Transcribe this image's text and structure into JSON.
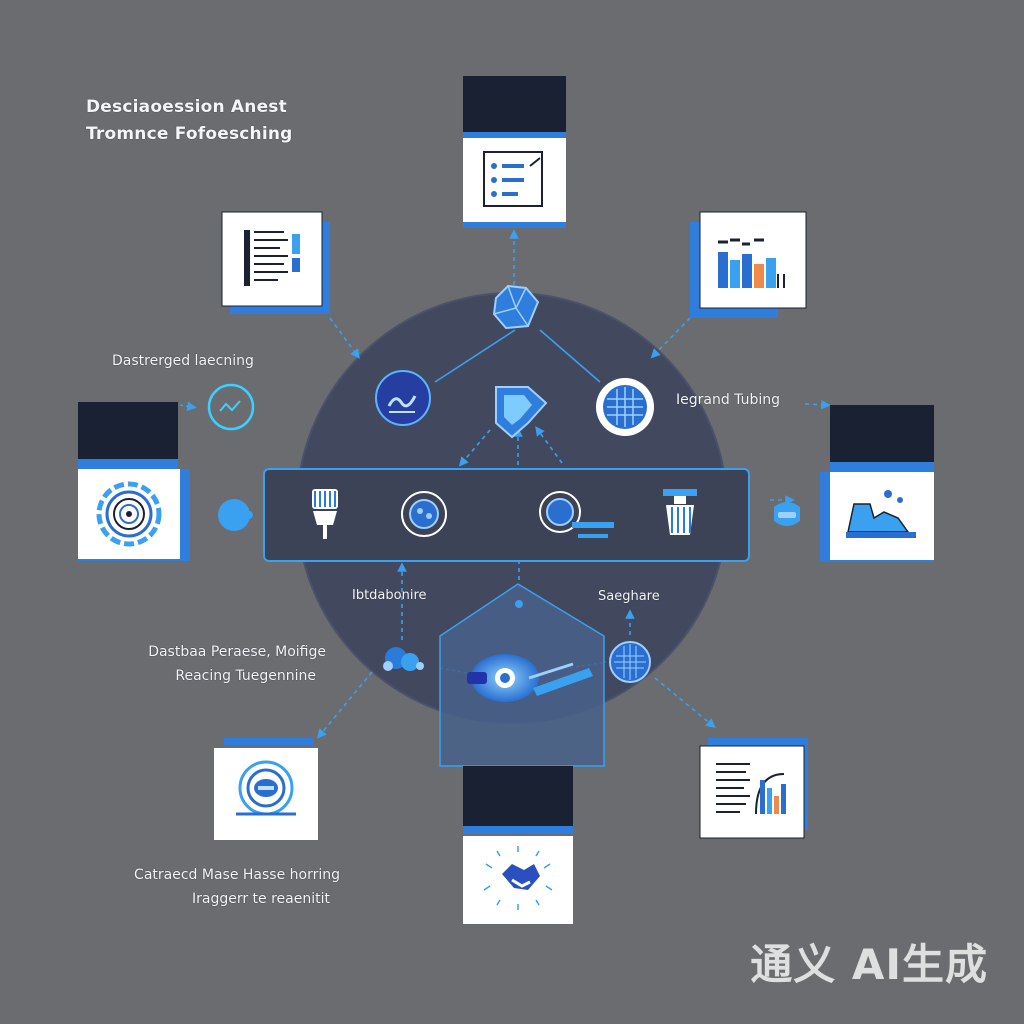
{
  "title": {
    "line1": "Desciaoession Anest",
    "line2": "Tromnce Fofoesching"
  },
  "labels": {
    "left_top": "Dastrerged laecning",
    "right_mid": "Iegrand Tubing",
    "center_left": "Ibtdabonire",
    "center_right": "Saeghare",
    "left_mid_1": "Dastbaa Peraese,  Moifige",
    "left_mid_2": "Reacing Tuegennine",
    "left_bottom_1": "Catraecd Mase Hasse horring",
    "left_bottom_2": "Iraggerr te reaenitit"
  },
  "watermark": "通义 AI生成",
  "colors": {
    "background": "#6b6c6f",
    "hub": "#42485e",
    "navy": "#1a2132",
    "accent": "#3aa0f0",
    "card": "#ffffff"
  },
  "nodes": [
    {
      "name": "card-checklist",
      "icon": "checklist-icon"
    },
    {
      "name": "card-document-left",
      "icon": "document-icon"
    },
    {
      "name": "card-bar-chart",
      "icon": "bar-chart-icon"
    },
    {
      "name": "card-fingerprint",
      "icon": "fingerprint-icon"
    },
    {
      "name": "card-building",
      "icon": "building-icon"
    },
    {
      "name": "card-target",
      "icon": "target-icon"
    },
    {
      "name": "card-handshake",
      "icon": "handshake-icon"
    },
    {
      "name": "card-report",
      "icon": "report-icon"
    }
  ]
}
